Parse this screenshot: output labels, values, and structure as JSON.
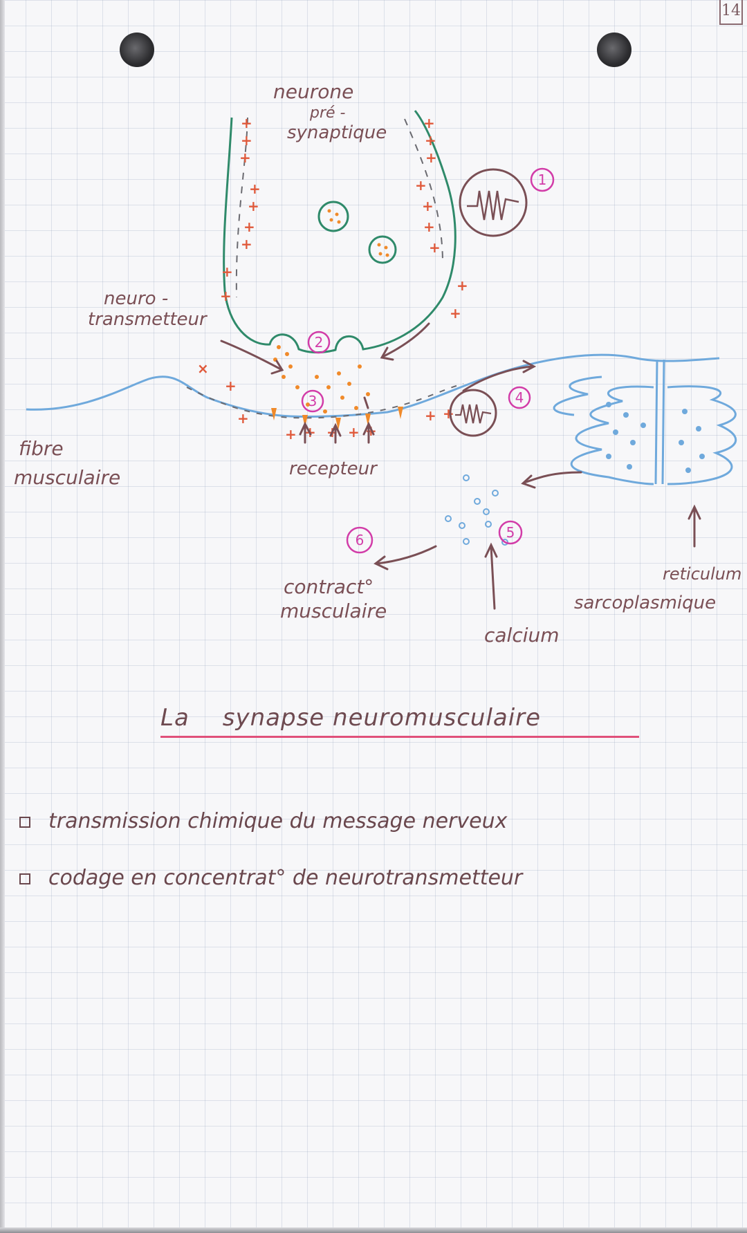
{
  "page": {
    "page_number": "14"
  },
  "labels": {
    "neurone": "neurone",
    "pre": "pré -",
    "synaptique": "synaptique",
    "neuro": "neuro -",
    "transmetteur": "transmetteur",
    "fibre": "fibre",
    "musculaire": "musculaire",
    "recepteur": "recepteur",
    "contract": "contract°",
    "musculaire2": "musculaire",
    "calcium": "calcium",
    "reticulum": "reticulum",
    "sarcoplasmique": "sarcoplasmique"
  },
  "steps": [
    "1",
    "2",
    "3",
    "4",
    "5",
    "6"
  ],
  "title": {
    "word1": "La",
    "word2": "synapse neuromusculaire"
  },
  "bullets": [
    "transmission chimique du message nerveux",
    "codage en concentrat° de neurotransmetteur"
  ],
  "colors": {
    "neuron_membrane": "#2f8a6a",
    "muscle_membrane": "#6fa9dc",
    "charge_plus": "#e0593a",
    "vesicle_dots": "#f08a2a",
    "step_circle": "#d23ca8",
    "arrow": "#7a4f55",
    "title_underline": "#e0507a"
  }
}
